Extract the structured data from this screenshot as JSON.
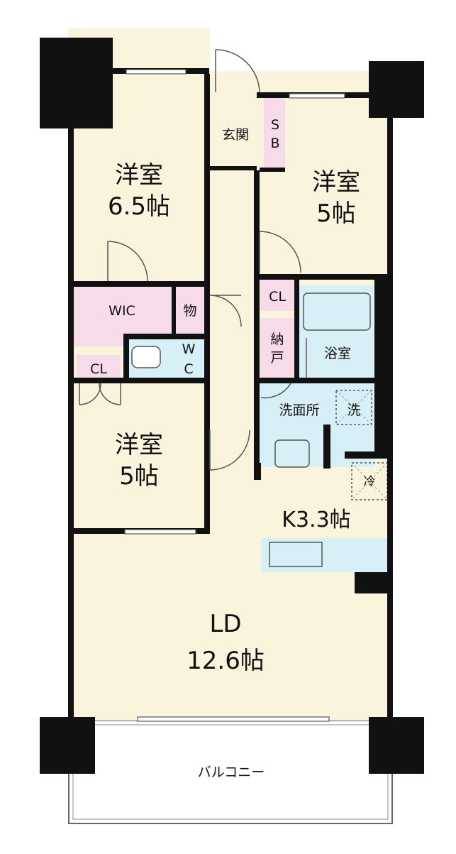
{
  "colors": {
    "floor": "#fbf4dc",
    "closet": "#f7dbe8",
    "wet": "#d7f0f7",
    "wall": "#111111",
    "outline": "#333333"
  },
  "rooms": {
    "western_room_1": {
      "name": "洋室",
      "size": "6.5帖"
    },
    "western_room_2": {
      "name": "洋室",
      "size": "5帖"
    },
    "western_room_3": {
      "name": "洋室",
      "size": "5帖"
    },
    "ld": {
      "name": "LD",
      "size": "12.6帖"
    },
    "kitchen": {
      "label": "K3.3帖"
    },
    "entrance": {
      "label": "玄関"
    },
    "shoe_box": {
      "label_1": "S",
      "label_2": "B"
    },
    "wic": {
      "label": "WIC"
    },
    "storage": {
      "label": "物"
    },
    "toilet": {
      "label_1": "W",
      "label_2": "C"
    },
    "closet_1": {
      "label": "CL"
    },
    "closet_2": {
      "label": "CL"
    },
    "pantry": {
      "label_1": "納",
      "label_2": "戸"
    },
    "bathroom": {
      "label": "浴室"
    },
    "washroom": {
      "label": "洗面所"
    },
    "washer": {
      "label": "洗"
    },
    "fridge": {
      "label": "冷"
    },
    "balcony": {
      "label": "バルコニー"
    }
  }
}
